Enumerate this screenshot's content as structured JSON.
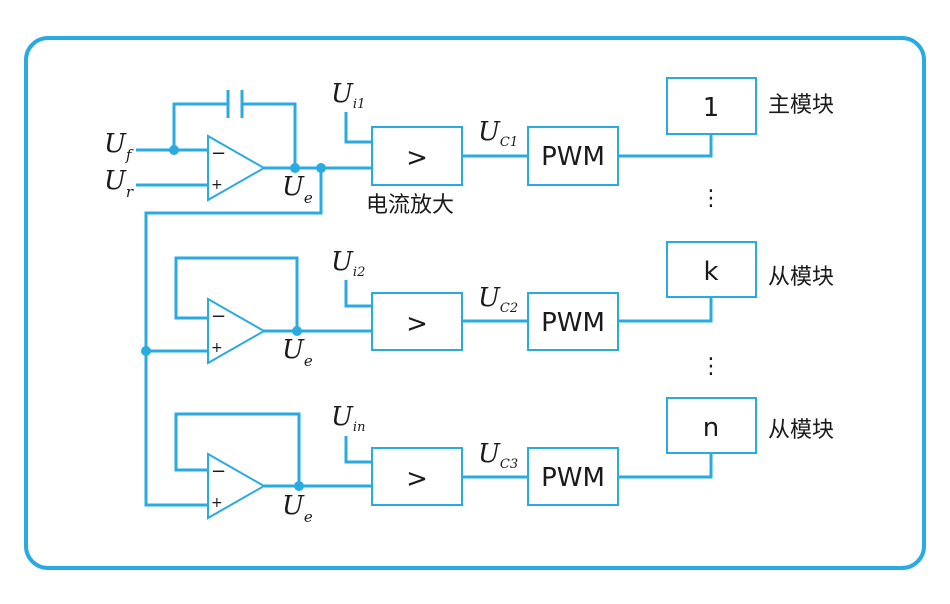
{
  "colors": {
    "accent": "#29abe2",
    "text": "#1a1a1a",
    "background": "#ffffff"
  },
  "master_stage": {
    "input_f": {
      "main": "U",
      "sub": "f"
    },
    "input_r": {
      "main": "U",
      "sub": "r"
    },
    "error_out": {
      "main": "U",
      "sub": "e"
    },
    "current_ref": {
      "main": "U",
      "sub": "i1"
    },
    "control": {
      "main": "U",
      "sub": "C1"
    },
    "amp_label": "电流放大",
    "comparator": ">",
    "pwm": "PWM",
    "module_number": "1",
    "module_label": "主模块"
  },
  "slave_stage_k": {
    "error_out": {
      "main": "U",
      "sub": "e"
    },
    "current_ref": {
      "main": "U",
      "sub": "i2"
    },
    "control": {
      "main": "U",
      "sub": "C2"
    },
    "comparator": ">",
    "pwm": "PWM",
    "module_number": "k",
    "module_label": "从模块"
  },
  "slave_stage_n": {
    "error_out": {
      "main": "U",
      "sub": "e"
    },
    "current_ref": {
      "main": "U",
      "sub": "in"
    },
    "control": {
      "main": "U",
      "sub": "C3"
    },
    "comparator": ">",
    "pwm": "PWM",
    "module_number": "n",
    "module_label": "从模块"
  },
  "ellipsis": "⋮",
  "opamp_minus": "−",
  "opamp_plus": "+"
}
